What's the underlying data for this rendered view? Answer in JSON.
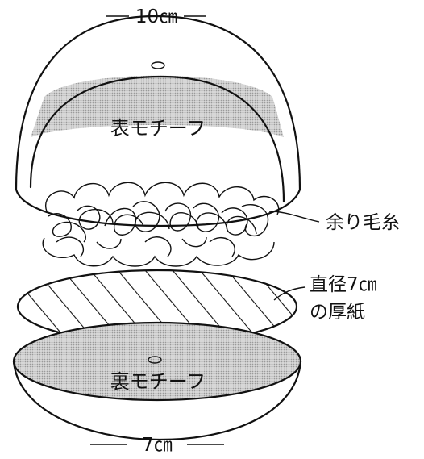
{
  "labels": {
    "top_width": "10㎝",
    "front_motif": "表モチーフ",
    "scrap_yarn": "余り毛糸",
    "cardboard_line1": "直径7㎝",
    "cardboard_line2": "の厚紙",
    "back_motif": "裏モチーフ",
    "bottom_width": "7㎝"
  },
  "colors": {
    "line": "#111111",
    "shading": "#b8b8b8",
    "background": "#ffffff"
  }
}
